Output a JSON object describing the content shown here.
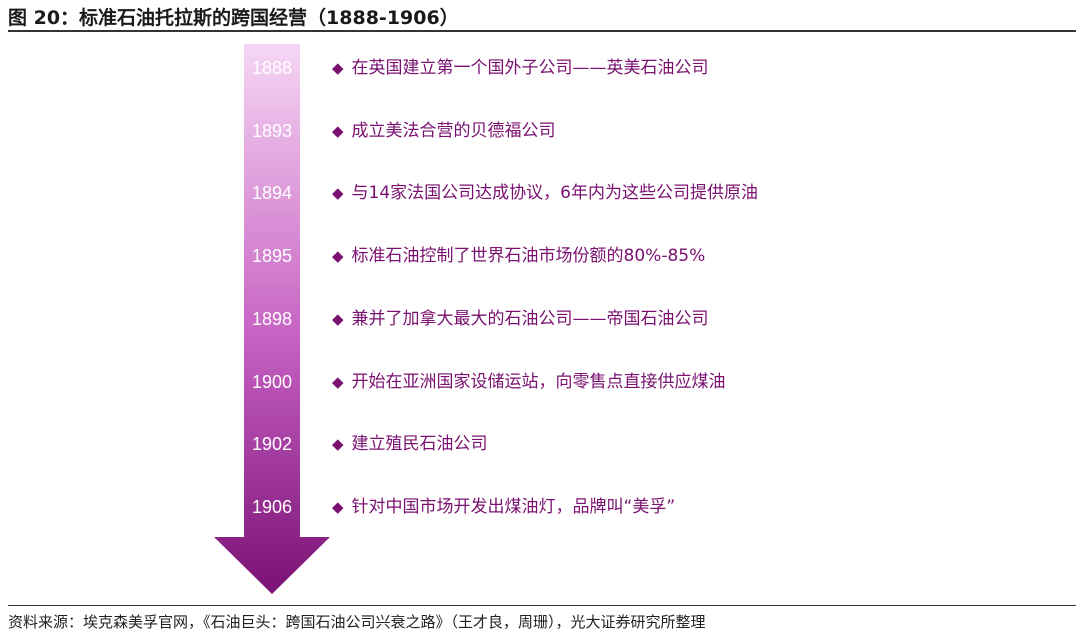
{
  "figure": {
    "title": "图 20：标准石油托拉斯的跨国经营（1888-1906）",
    "source": "资料来源：埃克森美孚官网，《石油巨头：跨国石油公司兴衰之路》（王才良，周珊），光大证券研究所整理"
  },
  "colors": {
    "arrow_top": "#f6d6f4",
    "arrow_mid": "#c55ec1",
    "arrow_bottom": "#7a1275",
    "event_text": "#7a1070"
  },
  "timeline": [
    {
      "year": "1888",
      "event": "在英国建立第一个国外子公司——英美石油公司"
    },
    {
      "year": "1893",
      "event": "成立美法合营的贝德福公司"
    },
    {
      "year": "1894",
      "event": "与14家法国公司达成协议，6年内为这些公司提供原油"
    },
    {
      "year": "1895",
      "event": "标准石油控制了世界石油市场份额的80%-85%"
    },
    {
      "year": "1898",
      "event": "兼并了加拿大最大的石油公司——帝国石油公司"
    },
    {
      "year": "1900",
      "event": "开始在亚洲国家设储运站，向零售点直接供应煤油"
    },
    {
      "year": "1902",
      "event": "建立殖民石油公司"
    },
    {
      "year": "1906",
      "event": "针对中国市场开发出煤油灯，品牌叫“美孚”"
    }
  ]
}
